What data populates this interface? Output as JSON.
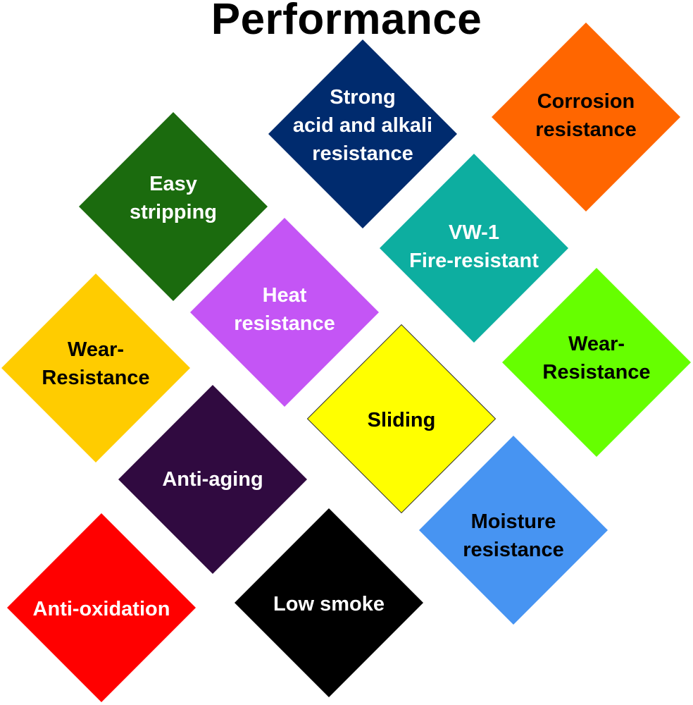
{
  "title": "Performance",
  "diamonds": [
    {
      "id": "acid",
      "lines": [
        "Strong",
        "acid and alkali",
        "resistance"
      ],
      "color": "#002b6e",
      "text_color": "#ffffff"
    },
    {
      "id": "corr",
      "lines": [
        "Corrosion",
        "resistance"
      ],
      "color": "#ff6600",
      "text_color": "#000000"
    },
    {
      "id": "easy",
      "lines": [
        "Easy",
        "stripping"
      ],
      "color": "#1b6b0e",
      "text_color": "#ffffff"
    },
    {
      "id": "vw1",
      "lines": [
        "VW-1",
        "Fire-resistant"
      ],
      "color": "#0daea0",
      "text_color": "#ffffff"
    },
    {
      "id": "heat",
      "lines": [
        "Heat",
        "resistance"
      ],
      "color": "#c455f5",
      "text_color": "#ffffff"
    },
    {
      "id": "wear1",
      "lines": [
        "Wear-",
        "Resistance"
      ],
      "color": "#ffcc00",
      "text_color": "#000000"
    },
    {
      "id": "wear2",
      "lines": [
        "Wear-",
        "Resistance"
      ],
      "color": "#66ff00",
      "text_color": "#000000"
    },
    {
      "id": "sliding",
      "lines": [
        "Sliding"
      ],
      "color": "#ffff00",
      "text_color": "#000000"
    },
    {
      "id": "aging",
      "lines": [
        "Anti-aging"
      ],
      "color": "#300a40",
      "text_color": "#ffffff"
    },
    {
      "id": "moist",
      "lines": [
        "Moisture",
        "resistance"
      ],
      "color": "#4794f2",
      "text_color": "#000000"
    },
    {
      "id": "oxid",
      "lines": [
        "Anti-oxidation"
      ],
      "color": "#ff0000",
      "text_color": "#ffffff"
    },
    {
      "id": "smoke",
      "lines": [
        "Low smoke"
      ],
      "color": "#000000",
      "text_color": "#ffffff"
    }
  ]
}
